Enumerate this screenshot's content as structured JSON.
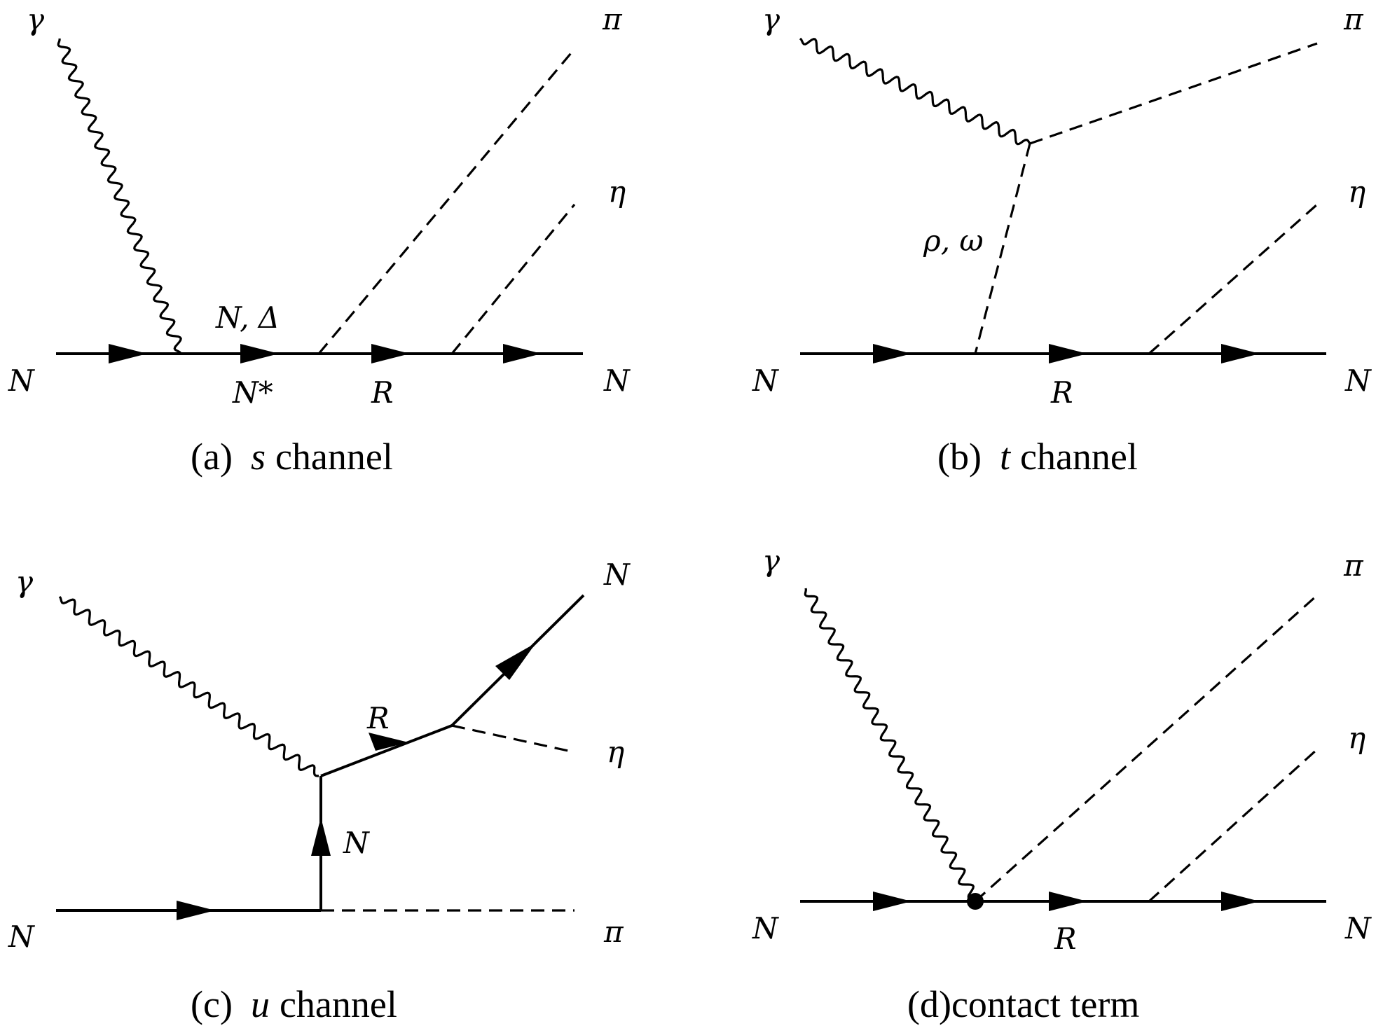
{
  "panels": [
    {
      "id": "a",
      "caption_tag": "(a)",
      "caption_italic": "s",
      "caption_rest": "channel",
      "labels": {
        "photon": "γ",
        "pion": "π",
        "eta": "η",
        "nucleon_in": "N",
        "nucleon_out": "N",
        "intermediate_top": "N, Δ",
        "intermediate_bottom": "N*",
        "resonance": "R"
      }
    },
    {
      "id": "b",
      "caption_tag": "(b)",
      "caption_italic": "t",
      "caption_rest": "channel",
      "labels": {
        "photon": "γ",
        "pion": "π",
        "eta": "η",
        "nucleon_in": "N",
        "nucleon_out": "N",
        "exchange": "ρ, ω",
        "resonance": "R"
      }
    },
    {
      "id": "c",
      "caption_tag": "(c)",
      "caption_italic": "u",
      "caption_rest": "channel",
      "labels": {
        "photon": "γ",
        "nucleon_out": "N",
        "eta": "η",
        "pion": "π",
        "nucleon_in": "N",
        "exchange": "N",
        "resonance": "R"
      }
    },
    {
      "id": "d",
      "caption_tag": "(d)",
      "caption_italic": "",
      "caption_rest": "contact term",
      "labels": {
        "photon": "γ",
        "pion": "π",
        "eta": "η",
        "nucleon_in": "N",
        "nucleon_out": "N",
        "resonance": "R"
      }
    }
  ]
}
